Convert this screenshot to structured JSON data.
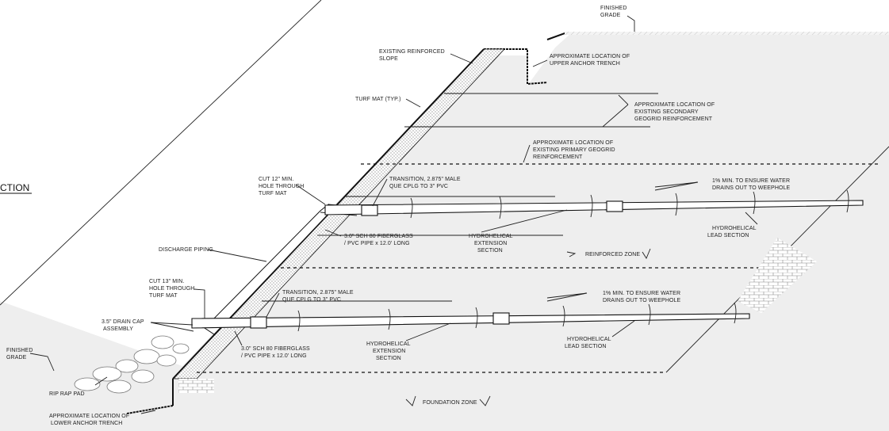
{
  "title_fragment": "CTION",
  "labels": {
    "finished_grade_top": [
      "FINISHED",
      "GRADE"
    ],
    "existing_slope": [
      "EXISTING REINFORCED",
      "SLOPE"
    ],
    "upper_trench": [
      "APPROXIMATE LOCATION OF",
      "UPPER ANCHOR TRENCH"
    ],
    "turf_mat": [
      "TURF MAT (TYP.)"
    ],
    "secondary_geogrid": [
      "APPROXIMATE LOCATION OF",
      "EXISTING SECONDARY",
      "GEOGRID REINFORCEMENT"
    ],
    "primary_geogrid": [
      "APPROXIMATE LOCATION OF",
      "EXISTING PRIMARY GEOGRID",
      "REINFORCEMENT"
    ],
    "cut_12": [
      "CUT 12\" MIN.",
      "HOLE THROUGH",
      "TURF MAT"
    ],
    "transition_upper": [
      "TRANSITION, 2.875\" MALE",
      "QUE CPLG TO 3\" PVC"
    ],
    "slope_upper": [
      "1% MIN. TO ENSURE WATER",
      "DRAINS OUT TO WEEPHOLE"
    ],
    "pipe_upper": [
      "3.0\" SCH 80 FIBERGLASS",
      "/ PVC PIPE x 12.0' LONG"
    ],
    "ext_upper": [
      "HYDROHELICAL",
      "EXTENSION",
      "SECTION"
    ],
    "lead_upper": [
      "HYDROHELICAL",
      "LEAD SECTION"
    ],
    "discharge": [
      "DISCHARGE PIPING"
    ],
    "reinforced_zone": [
      "REINFORCED ZONE"
    ],
    "cut_13": [
      "CUT 13\" MIN.",
      "HOLE THROUGH",
      "TURF MAT"
    ],
    "transition_lower": [
      "TRANSITION, 2.875\" MALE",
      "QUE CPLG TO 3\" PVC"
    ],
    "slope_lower": [
      "1% MIN. TO ENSURE WATER",
      "DRAINS OUT TO WEEPHOLE"
    ],
    "drain_cap": [
      "3.5\" DRAIN CAP",
      "ASSEMBLY"
    ],
    "pipe_lower": [
      "3.0\" SCH 80 FIBERGLASS",
      "/ PVC PIPE x 12.0' LONG"
    ],
    "ext_lower": [
      "HYDROHELICAL",
      "EXTENSION",
      "SECTION"
    ],
    "lead_lower": [
      "HYDROHELICAL",
      "LEAD SECTION"
    ],
    "finished_grade_left": [
      "FINISHED",
      "GRADE"
    ],
    "rip_rap": [
      "RIP RAP PAD"
    ],
    "lower_trench": [
      "APPROXIMATE LOCATION OF",
      "LOWER ANCHOR TRENCH"
    ],
    "foundation_zone": [
      "FOUNDATION ZONE"
    ]
  },
  "colors": {
    "shade": "#eeeeee",
    "ink": "#111111",
    "stipple": "#555555"
  }
}
